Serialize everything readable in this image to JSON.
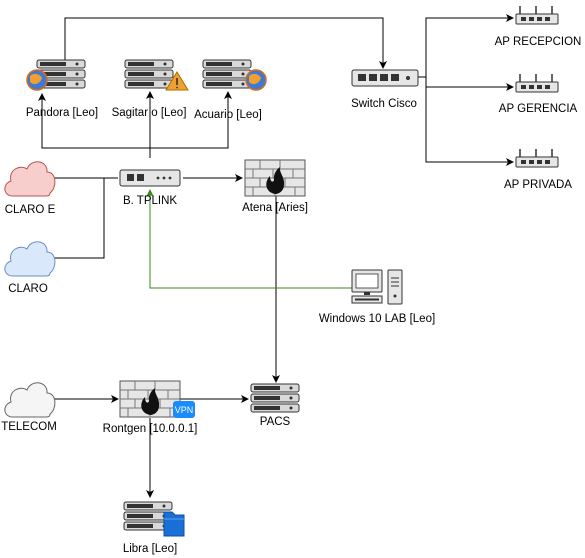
{
  "nodes": {
    "pandora": "Pandora [Leo]",
    "sagitario": "Sagitar o [Leo]",
    "acuario": "Acuario  [Leo]",
    "switch": "Switch Cisco",
    "ap_recepcion": "AP RECEPCION",
    "ap_gerencia": "AP GERENCIA",
    "ap_privada": "AP PRIVADA",
    "claro_e": "CLARO E",
    "claro": "CLARO",
    "tplink": "B. TPLINK",
    "atena": "Atena [Aries]",
    "windows": "Windows 10 LAB [Leo]",
    "telecom": "TELECOM",
    "rontgen": "Rontgen [10.0.0.1]",
    "pacs": "PACS",
    "libra": "Libra [Leo]",
    "vpn_badge": "VPN"
  },
  "colors": {
    "edge": "#000000",
    "edge_green": "#3a8a1a",
    "cloud_red_fill": "#f8cecc",
    "cloud_red_stroke": "#b85450",
    "cloud_blue_fill": "#dae8fc",
    "cloud_blue_stroke": "#6c8ebf",
    "cloud_grey_fill": "#f5f5f5",
    "cloud_grey_stroke": "#666666",
    "firewall_fill": "#e6e6e6",
    "vpn_badge": "#1a8cff"
  }
}
